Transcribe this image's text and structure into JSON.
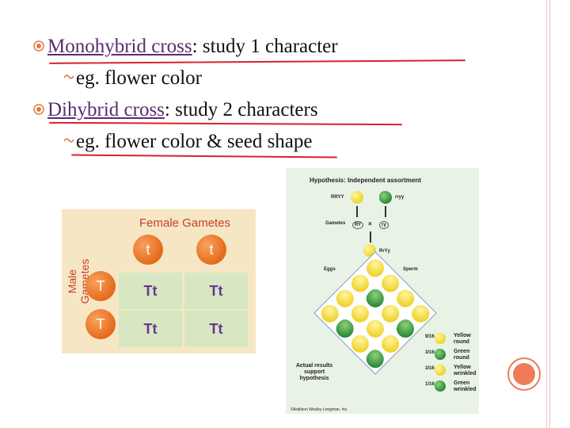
{
  "slide": {
    "bullets": [
      {
        "term": "Monohybrid cross",
        "rest": ": study 1 character",
        "sub": "eg. flower color"
      },
      {
        "term": "Dihybrid cross",
        "rest": ": study 2 characters",
        "sub": "eg. flower color & seed shape"
      }
    ]
  },
  "punnett": {
    "title": "Female Gametes",
    "side_label": "Male Gametes",
    "female_alleles": [
      "t",
      "t"
    ],
    "male_alleles": [
      "T",
      "T"
    ],
    "cells": [
      "Tt",
      "Tt",
      "Tt",
      "Tt"
    ]
  },
  "dihybrid": {
    "title": "Hypothesis: Independent assortment",
    "parent1": "RRYY",
    "parent2": "rryy",
    "gametes_label": "Gametes",
    "gamete1": "RY",
    "gamete2": "ry",
    "cross": "×",
    "f1": "RrYy",
    "eggs": "Eggs",
    "sperm": "Sperm",
    "result_label": "Actual results support hypothesis",
    "copyright": "©Addison Wesley Longman, Inc.",
    "legend": [
      {
        "frac": "9/16",
        "label": "Yellow round"
      },
      {
        "frac": "3/16",
        "label": "Green round"
      },
      {
        "frac": "3/16",
        "label": "Yellow wrinkled"
      },
      {
        "frac": "1/16",
        "label": "Green wrinkled"
      }
    ]
  }
}
